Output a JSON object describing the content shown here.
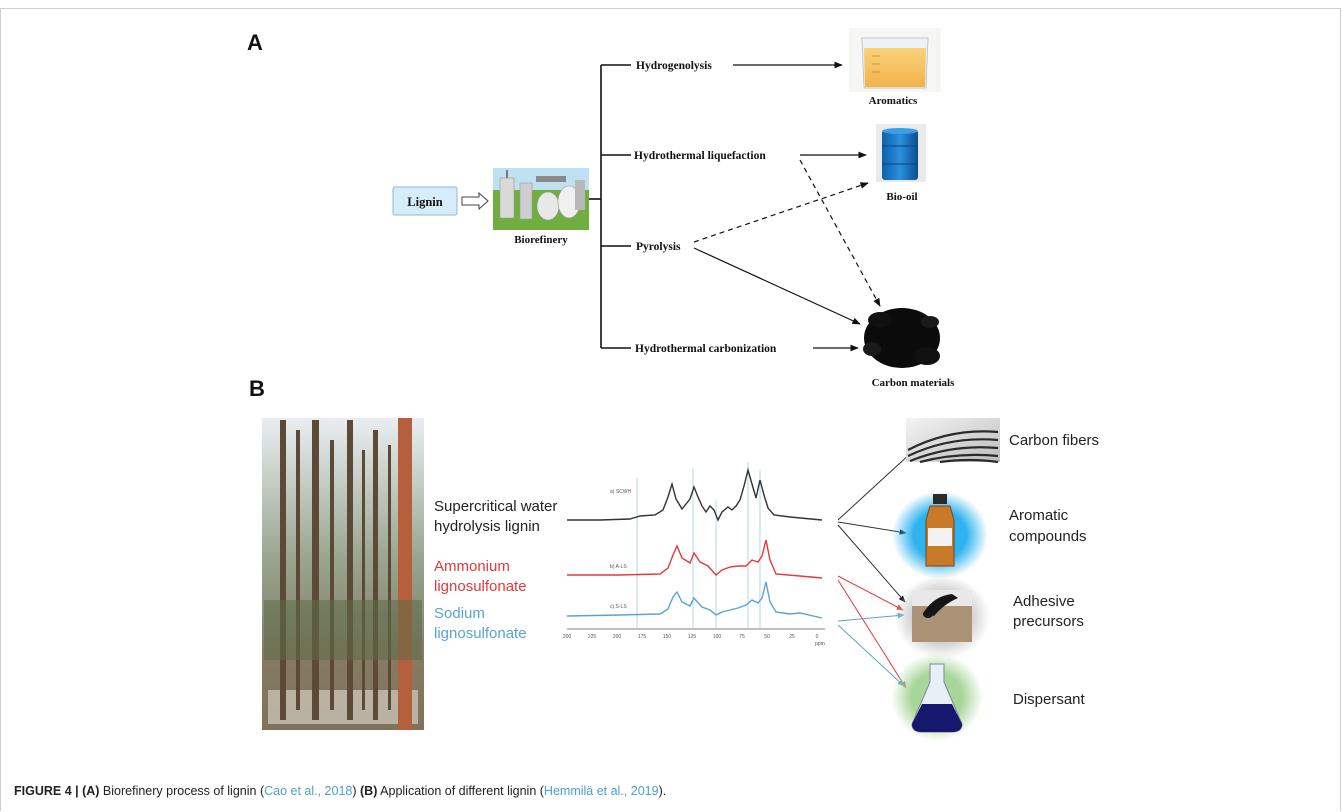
{
  "panel_a": {
    "letter": "A",
    "source": "Lignin",
    "hub": "Biorefinery",
    "processes": [
      "Hydrogenolysis",
      "Hydrothermal liquefaction",
      "Pyrolysis",
      "Hydrothermal carbonization"
    ],
    "products": [
      "Aromatics",
      "Bio-oil",
      "Carbon materials"
    ]
  },
  "panel_b": {
    "letter": "B",
    "lignins": [
      {
        "line1": "Supercritical water",
        "line2": "hydrolysis lignin",
        "color": "#222222"
      },
      {
        "line1": "Ammonium",
        "line2": "lignosulfonate",
        "color": "#e23a3a"
      },
      {
        "line1": "Sodium",
        "line2": "lignosulfonate",
        "color": "#5aa3d4"
      }
    ],
    "applications": [
      {
        "line1": "Carbon fibers",
        "line2": ""
      },
      {
        "line1": "Aromatic",
        "line2": "compounds"
      },
      {
        "line1": "Adhesive",
        "line2": "precursors"
      },
      {
        "line1": "Dispersant",
        "line2": ""
      }
    ],
    "spectrum": {
      "trace_labels": [
        "a) SCWH",
        "b) A-LS",
        "c) S-LS"
      ],
      "axis_ticks": [
        "200",
        "225",
        "200",
        "175",
        "150",
        "125",
        "100",
        "75",
        "50",
        "25",
        "0"
      ],
      "axis_unit": "ppm"
    }
  },
  "caption": {
    "label": "FIGURE 4 | ",
    "part_a_label": "(A)",
    "part_a_text": " Biorefinery process of lignin (",
    "part_a_cite": "Cao et al., 2018",
    "part_b_sep": ") ",
    "part_b_label": "(B)",
    "part_b_text": " Application of different lignin (",
    "part_b_cite": "Hemmilä et al., 2019",
    "end": ")."
  }
}
